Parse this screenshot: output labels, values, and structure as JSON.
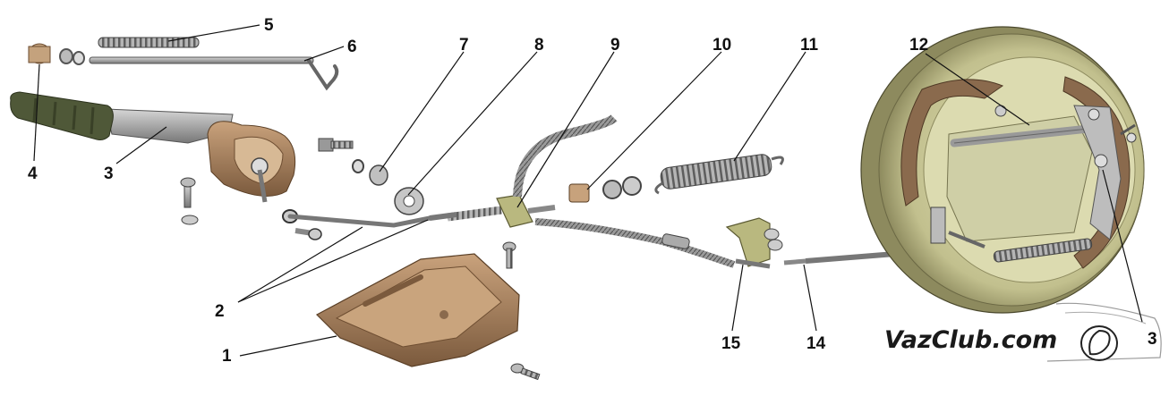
{
  "labels": {
    "l1": "1",
    "l2": "2",
    "l3": "3",
    "l3b": "3",
    "l4": "4",
    "l5": "5",
    "l6": "6",
    "l7": "7",
    "l8": "8",
    "l9": "9",
    "l10": "10",
    "l11": "11",
    "l12": "12",
    "l14": "14",
    "l15": "15"
  },
  "watermark": "VazClub.com",
  "colors": {
    "metal": "#9a9a9a",
    "metal_dark": "#555555",
    "bronze": "#a8825e",
    "bronze_dark": "#6e4e32",
    "handle": "#4d5538",
    "drum": "#c9c79a",
    "drum_inner": "#dcdbb0",
    "shoe": "#8a6a4d",
    "spring": "#8c8c8c"
  }
}
